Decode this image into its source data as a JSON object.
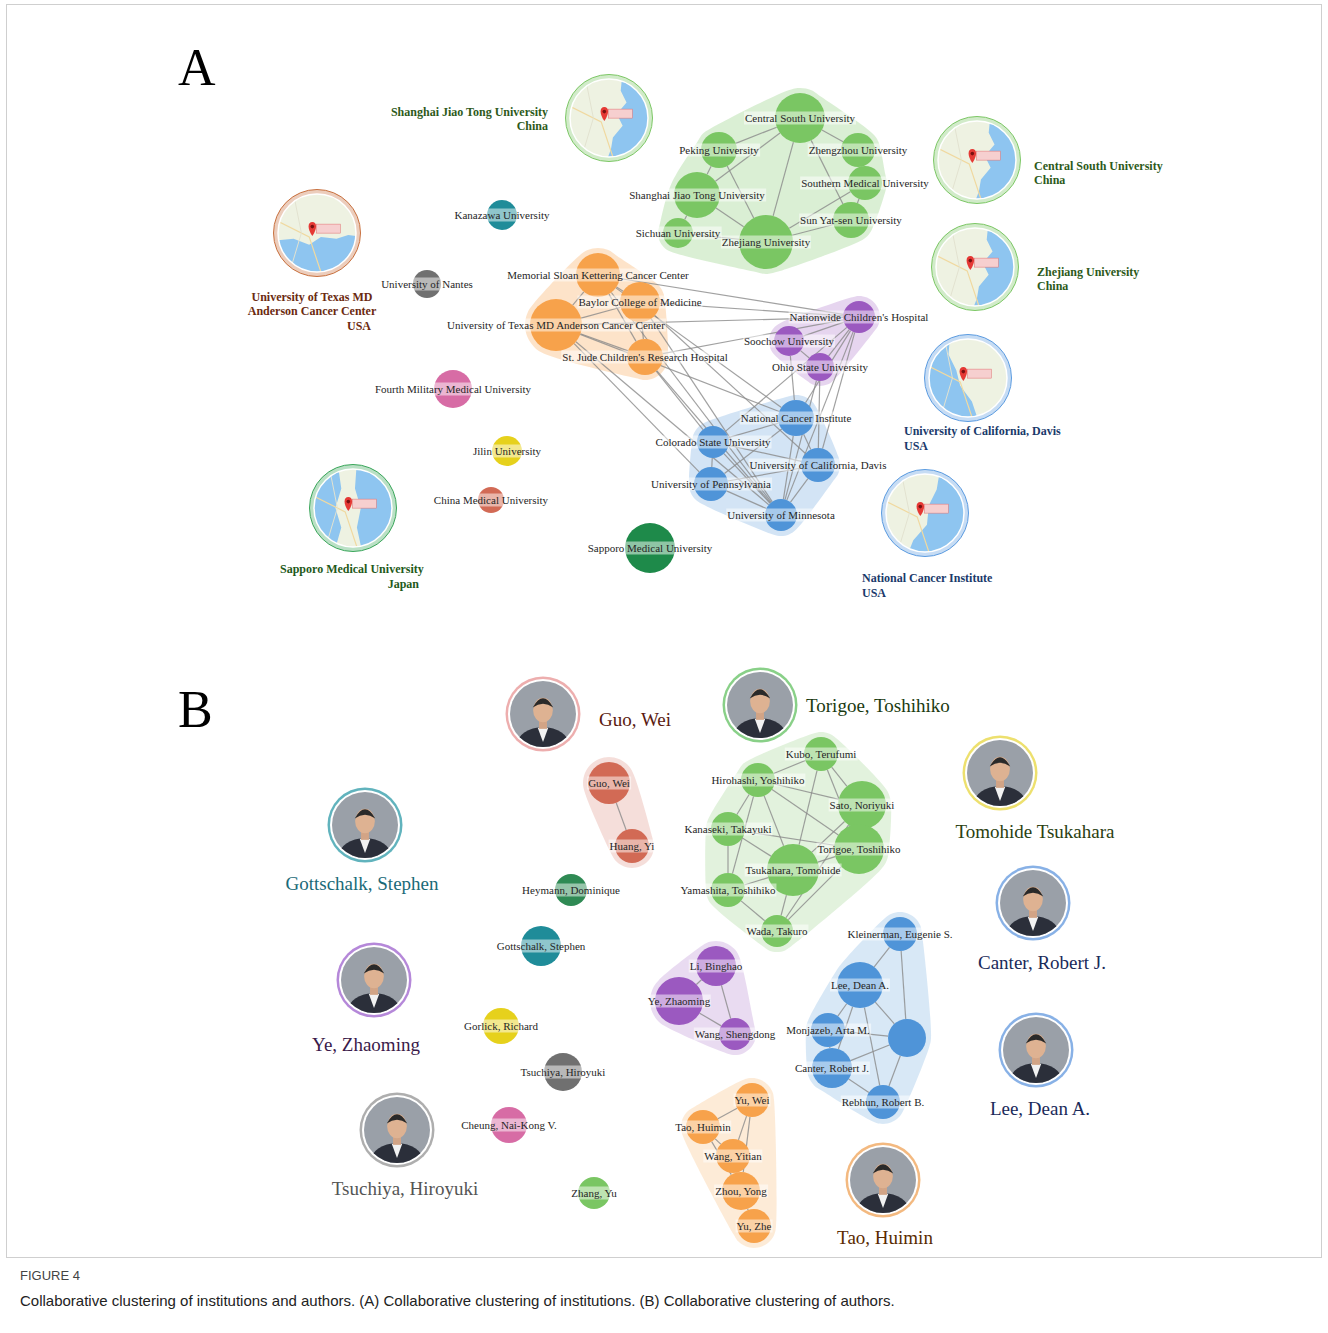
{
  "diagram": {
    "caption": "Collaborative clustering of institutions and authors. (A) Collaborative clustering of institutions. (B) Collaborative clustering of authors.",
    "nodes": [
      {
        "text": [
          "Shanghai Jiao Tong University",
          "China"
        ]
      },
      {
        "text": [
          "Central South University"
        ]
      },
      {
        "text": [
          "Peking University"
        ]
      },
      {
        "text": [
          "Zhengzhou University"
        ]
      },
      {
        "text": [
          "Central South University",
          "China"
        ]
      },
      {
        "text": [
          "Southern Medical University"
        ]
      },
      {
        "text": [
          "Shanghai Jiao Tong University"
        ]
      },
      {
        "text": [
          "Kanazawa University"
        ]
      },
      {
        "text": [
          "Sun Yat-sen University"
        ]
      },
      {
        "text": [
          "University of Texas MD Anderson Cancer Center",
          "USA"
        ]
      },
      {
        "text": [
          "Sichuan University"
        ]
      },
      {
        "text": [
          "Zhejiang University"
        ]
      },
      {
        "text": [
          "Zhejiang University",
          "China"
        ]
      },
      {
        "text": [
          "Memorial Sloan Kettering Cancer Center"
        ]
      },
      {
        "text": [
          "University of Nantes"
        ]
      },
      {
        "text": [
          "Baylor College of Medicine"
        ]
      },
      {
        "text": [
          "Nationwide Children's Hospital"
        ]
      },
      {
        "text": [
          "University of Texas MD Anderson Cancer Center"
        ]
      },
      {
        "text": [
          "Soochow University"
        ]
      },
      {
        "text": [
          "St. Jude Children's Research Hospital"
        ]
      },
      {
        "text": [
          "Ohio State University"
        ]
      },
      {
        "text": [
          "University of California, Davis",
          "USA"
        ]
      },
      {
        "text": [
          "Fourth Military Medical University"
        ]
      },
      {
        "text": [
          "National Cancer Institute"
        ]
      },
      {
        "text": [
          "Colorado State University"
        ]
      },
      {
        "text": [
          "Jilin University"
        ]
      },
      {
        "text": [
          "University of California, Davis"
        ]
      },
      {
        "text": [
          "University of Pennsylvania"
        ]
      },
      {
        "text": [
          "China Medical University"
        ]
      },
      {
        "text": [
          "Sapporo Medical University",
          "Japan"
        ]
      },
      {
        "text": [
          "University of Minnesota"
        ]
      },
      {
        "text": [
          "National Cancer Institute",
          "USA"
        ]
      },
      {
        "text": [
          "Sapporo Medical University"
        ]
      },
      {
        "text": [
          "Torigoe, Toshihiko"
        ]
      },
      {
        "text": [
          "Guo, Wei"
        ]
      },
      {
        "text": [
          "Kubo, Terufumi"
        ]
      },
      {
        "text": [
          "Hirohashi, Yoshihiko"
        ]
      },
      {
        "text": [
          "Guo, Wei"
        ]
      },
      {
        "text": [
          "Tomohide Tsukahara"
        ]
      },
      {
        "text": [
          "Sato, Noriyuki"
        ]
      },
      {
        "text": [
          "Gottschalk, Stephen"
        ]
      },
      {
        "text": [
          "Kanaseki, Takayuki"
        ]
      },
      {
        "text": [
          "Huang, Yi"
        ]
      },
      {
        "text": [
          "Torigoe, Toshihiko"
        ]
      },
      {
        "text": [
          "Tsukahara, Tomohide"
        ]
      },
      {
        "text": [
          "Heymann, Dominique"
        ]
      },
      {
        "text": [
          "Yamashita, Toshihiko"
        ]
      },
      {
        "text": [
          "Canter, Robert J."
        ]
      },
      {
        "text": [
          "Wada, Takuro"
        ]
      },
      {
        "text": [
          "Kleinerman, Eugenie S."
        ]
      },
      {
        "text": [
          "Gottschalk, Stephen"
        ]
      },
      {
        "text": [
          "Li, Binghao"
        ]
      },
      {
        "text": [
          "Ye, Zhaoming"
        ]
      },
      {
        "text": [
          "Lee, Dean A."
        ]
      },
      {
        "text": [
          "Ye, Zhaoming"
        ]
      },
      {
        "text": [
          "Monjazeb, Arta M."
        ]
      },
      {
        "text": [
          "Gorlick, Richard"
        ]
      },
      {
        "text": [
          "Wang, Shengdong"
        ]
      },
      {
        "text": [
          "Lee, Dean A."
        ]
      },
      {
        "text": [
          "Canter, Robert J."
        ]
      },
      {
        "text": [
          "Tsuchiya, Hiroyuki"
        ]
      },
      {
        "text": [
          "Rebhun, Robert B."
        ]
      },
      {
        "text": [
          "Yu, Wei"
        ]
      },
      {
        "text": [
          "Tsuchiya, Hiroyuki"
        ]
      },
      {
        "text": [
          "Cheung, Nai-Kong V."
        ]
      },
      {
        "text": [
          "Tao, Huimin"
        ]
      },
      {
        "text": [
          "Wang, Yitian"
        ]
      },
      {
        "text": [
          "Zhou, Yong"
        ]
      },
      {
        "text": [
          "Tao, Huimin"
        ]
      },
      {
        "text": [
          "Zhang, Yu"
        ]
      },
      {
        "text": [
          "Yu, Zhe"
        ]
      }
    ],
    "edges": [
      {
        "from": 1,
        "to": 2,
        "arrow": "none"
      },
      {
        "from": 1,
        "to": 6,
        "arrow": "none"
      },
      {
        "from": 1,
        "to": 11,
        "arrow": "none"
      },
      {
        "from": 1,
        "to": 3,
        "arrow": "none"
      },
      {
        "from": 1,
        "to": 8,
        "arrow": "none"
      },
      {
        "from": 2,
        "to": 6,
        "arrow": "none"
      },
      {
        "from": 2,
        "to": 11,
        "arrow": "none"
      },
      {
        "from": 6,
        "to": 10,
        "arrow": "none"
      },
      {
        "from": 6,
        "to": 11,
        "arrow": "none"
      },
      {
        "from": 3,
        "to": 5,
        "arrow": "none"
      },
      {
        "from": 5,
        "to": 8,
        "arrow": "none"
      },
      {
        "from": 5,
        "to": 11,
        "arrow": "none"
      },
      {
        "from": 8,
        "to": 11,
        "arrow": "none"
      },
      {
        "from": 10,
        "to": 11,
        "arrow": "none"
      },
      {
        "from": 13,
        "to": 15,
        "arrow": "none"
      },
      {
        "from": 13,
        "to": 17,
        "arrow": "none"
      },
      {
        "from": 13,
        "to": 19,
        "arrow": "none"
      },
      {
        "from": 15,
        "to": 17,
        "arrow": "none"
      },
      {
        "from": 15,
        "to": 19,
        "arrow": "none"
      },
      {
        "from": 17,
        "to": 19,
        "arrow": "none"
      },
      {
        "from": 16,
        "to": 18,
        "arrow": "none"
      },
      {
        "from": 16,
        "to": 20,
        "arrow": "none"
      },
      {
        "from": 18,
        "to": 20,
        "arrow": "none"
      },
      {
        "from": 23,
        "to": 24,
        "arrow": "none"
      },
      {
        "from": 23,
        "to": 26,
        "arrow": "none"
      },
      {
        "from": 23,
        "to": 27,
        "arrow": "none"
      },
      {
        "from": 23,
        "to": 30,
        "arrow": "none"
      },
      {
        "from": 24,
        "to": 26,
        "arrow": "none"
      },
      {
        "from": 24,
        "to": 27,
        "arrow": "none"
      },
      {
        "from": 24,
        "to": 30,
        "arrow": "none"
      },
      {
        "from": 26,
        "to": 27,
        "arrow": "none"
      },
      {
        "from": 26,
        "to": 30,
        "arrow": "none"
      },
      {
        "from": 27,
        "to": 30,
        "arrow": "none"
      },
      {
        "from": 13,
        "to": 16,
        "arrow": "none"
      },
      {
        "from": 15,
        "to": 16,
        "arrow": "none"
      },
      {
        "from": 17,
        "to": 16,
        "arrow": "none"
      },
      {
        "from": 19,
        "to": 16,
        "arrow": "none"
      },
      {
        "from": 17,
        "to": 23,
        "arrow": "none"
      },
      {
        "from": 13,
        "to": 23,
        "arrow": "none"
      },
      {
        "from": 15,
        "to": 26,
        "arrow": "none"
      },
      {
        "from": 19,
        "to": 30,
        "arrow": "none"
      },
      {
        "from": 17,
        "to": 30,
        "arrow": "none"
      },
      {
        "from": 17,
        "to": 27,
        "arrow": "none"
      },
      {
        "from": 16,
        "to": 23,
        "arrow": "none"
      },
      {
        "from": 16,
        "to": 26,
        "arrow": "none"
      },
      {
        "from": 16,
        "to": 30,
        "arrow": "none"
      },
      {
        "from": 16,
        "to": 24,
        "arrow": "none"
      },
      {
        "from": 20,
        "to": 30,
        "arrow": "none"
      },
      {
        "from": 20,
        "to": 26,
        "arrow": "none"
      },
      {
        "from": 19,
        "to": 24,
        "arrow": "none"
      },
      {
        "from": 15,
        "to": 30,
        "arrow": "none"
      },
      {
        "from": 18,
        "to": 23,
        "arrow": "none"
      },
      {
        "from": 13,
        "to": 30,
        "arrow": "none"
      },
      {
        "from": 35,
        "to": 36,
        "arrow": "none"
      },
      {
        "from": 35,
        "to": 39,
        "arrow": "none"
      },
      {
        "from": 35,
        "to": 43,
        "arrow": "none"
      },
      {
        "from": 35,
        "to": 44,
        "arrow": "none"
      },
      {
        "from": 36,
        "to": 39,
        "arrow": "none"
      },
      {
        "from": 36,
        "to": 41,
        "arrow": "none"
      },
      {
        "from": 36,
        "to": 43,
        "arrow": "none"
      },
      {
        "from": 36,
        "to": 44,
        "arrow": "none"
      },
      {
        "from": 39,
        "to": 43,
        "arrow": "none"
      },
      {
        "from": 39,
        "to": 44,
        "arrow": "none"
      },
      {
        "from": 41,
        "to": 44,
        "arrow": "none"
      },
      {
        "from": 41,
        "to": 46,
        "arrow": "none"
      },
      {
        "from": 41,
        "to": 43,
        "arrow": "none"
      },
      {
        "from": 43,
        "to": 44,
        "arrow": "none"
      },
      {
        "from": 44,
        "to": 46,
        "arrow": "none"
      },
      {
        "from": 44,
        "to": 48,
        "arrow": "none"
      },
      {
        "from": 46,
        "to": 48,
        "arrow": "none"
      },
      {
        "from": 43,
        "to": 48,
        "arrow": "none"
      },
      {
        "from": 39,
        "to": 48,
        "arrow": "none"
      },
      {
        "from": 36,
        "to": 46,
        "arrow": "none"
      },
      {
        "from": 37,
        "to": 42,
        "arrow": "none"
      },
      {
        "from": 51,
        "to": 54,
        "arrow": "none"
      },
      {
        "from": 51,
        "to": 57,
        "arrow": "none"
      },
      {
        "from": 54,
        "to": 57,
        "arrow": "none"
      },
      {
        "from": 49,
        "to": 53,
        "arrow": "none"
      },
      {
        "from": 53,
        "to": 55,
        "arrow": "none"
      },
      {
        "from": 53,
        "to": 59,
        "arrow": "none"
      },
      {
        "from": 55,
        "to": 59,
        "arrow": "none"
      },
      {
        "from": 59,
        "to": 61,
        "arrow": "none"
      },
      {
        "from": 53,
        "to": 61,
        "arrow": "none"
      },
      {
        "from": 62,
        "to": 65,
        "arrow": "none"
      },
      {
        "from": 62,
        "to": 66,
        "arrow": "none"
      },
      {
        "from": 65,
        "to": 66,
        "arrow": "none"
      },
      {
        "from": 66,
        "to": 67,
        "arrow": "none"
      },
      {
        "from": 67,
        "to": 70,
        "arrow": "none"
      },
      {
        "from": 65,
        "to": 67,
        "arrow": "none"
      },
      {
        "from": 62,
        "to": 67,
        "arrow": "none"
      }
    ],
    "labels": [
      "A",
      "B",
      "FIGURE 4"
    ]
  }
}
